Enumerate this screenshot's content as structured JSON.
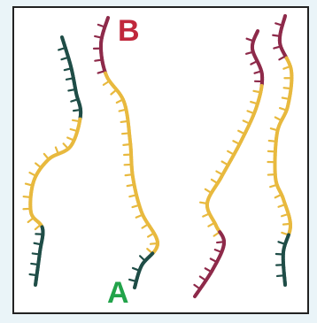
{
  "labels": {
    "b": "B",
    "a": "A"
  },
  "colors": {
    "background": "#eaf4f8",
    "frame_fill": "#ffffff",
    "frame_border": "#222222",
    "yellow": "#e8b93e",
    "dark_green": "#1f4d47",
    "maroon": "#8e2a4a",
    "label_b": "#c0283c",
    "label_a": "#22a34a"
  },
  "strands": [
    {
      "id": "strand-1",
      "segments": [
        "dark_green",
        "yellow",
        "dark_green"
      ]
    },
    {
      "id": "strand-2",
      "segments": [
        "maroon",
        "yellow",
        "dark_green"
      ]
    },
    {
      "id": "strand-3",
      "segments": [
        "maroon",
        "yellow",
        "maroon"
      ]
    },
    {
      "id": "strand-4",
      "segments": [
        "maroon",
        "yellow",
        "dark_green"
      ]
    }
  ]
}
